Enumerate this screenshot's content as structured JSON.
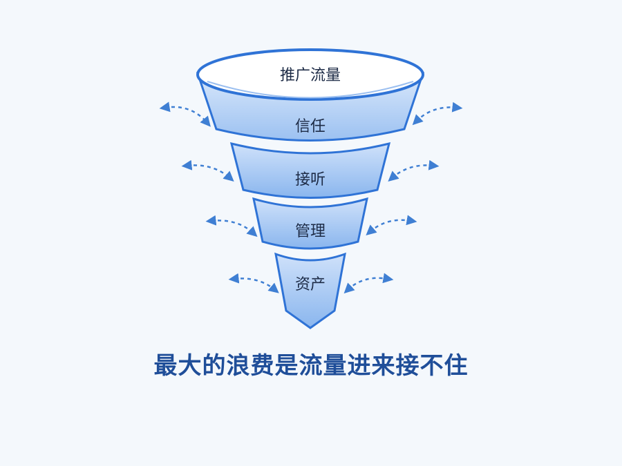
{
  "funnel": {
    "stages": [
      {
        "label": "推广流量"
      },
      {
        "label": "信任"
      },
      {
        "label": "接听"
      },
      {
        "label": "管理"
      },
      {
        "label": "资产"
      }
    ]
  },
  "caption": "最大的浪费是流量进来接不住",
  "colors": {
    "fill_light": "#bcd6f7",
    "fill_mid": "#8ab6ee",
    "stroke": "#2f73d6",
    "arrow": "#3f7fd3",
    "caption": "#1f4e99",
    "background": "#f4f8fc"
  }
}
